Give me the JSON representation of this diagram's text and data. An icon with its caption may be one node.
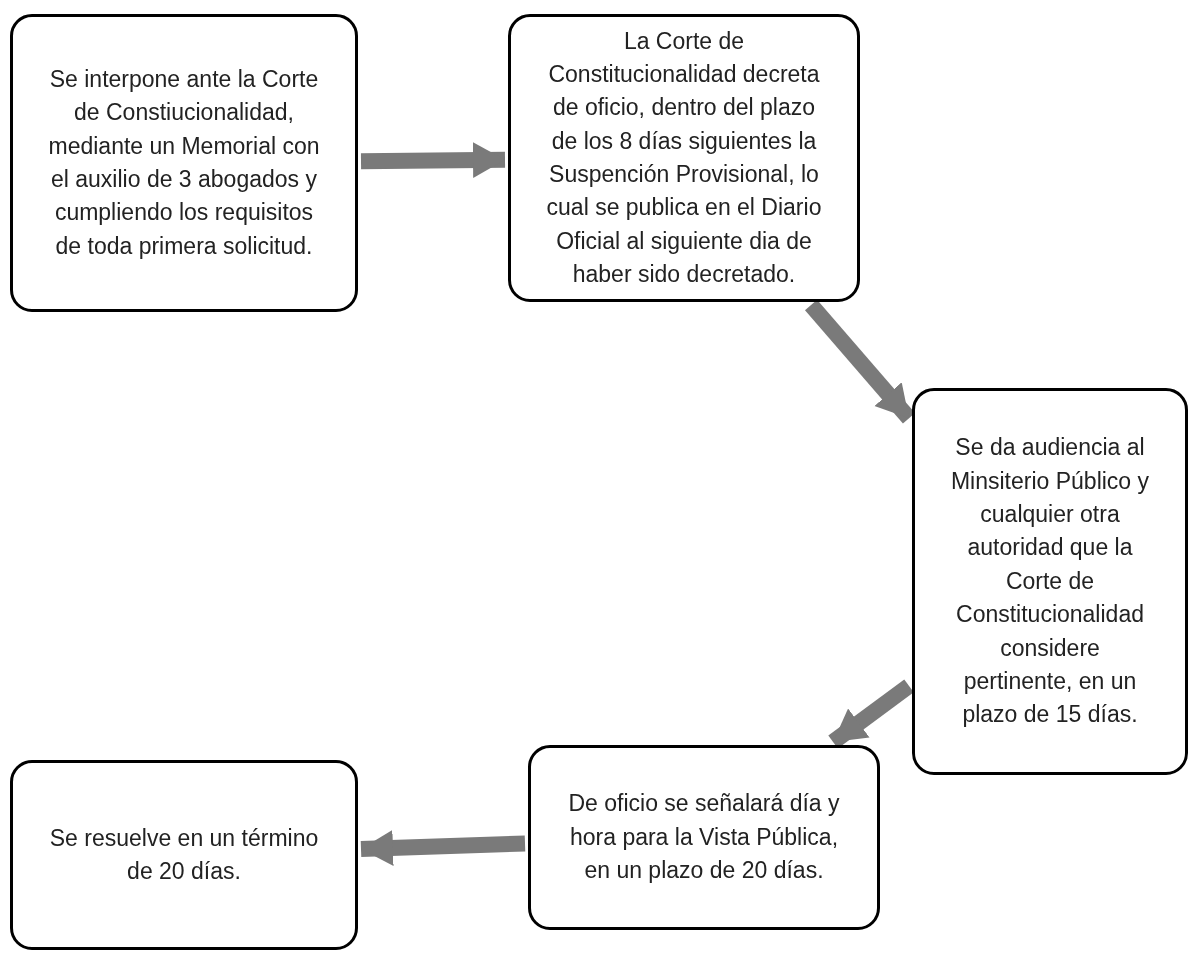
{
  "diagram": {
    "nodes": [
      {
        "text": [
          "Se interpone ante la Corte de Constiucionalidad, mediante un Memorial con el auxilio de 3 abogados y cumpliendo los requisitos de toda primera solicitud."
        ]
      },
      {
        "text": [
          "La Corte de Constitucionalidad decreta de oficio, dentro del plazo de los 8 días siguientes la Suspención Provisional, lo cual se publica en el Diario Oficial al siguiente dia de haber sido decretado."
        ]
      },
      {
        "text": [
          "Se da audiencia al Minsiterio Público y cualquier otra autoridad que la Corte de Constitucionalidad considere pertinente, en un plazo de 15 días."
        ]
      },
      {
        "text": [
          "De oficio se señalará día y hora para la Vista Pública, en un plazo de 20 días."
        ]
      },
      {
        "text": [
          "Se resuelve en un término de 20 días."
        ]
      }
    ],
    "edges": [
      {
        "from": 0,
        "to": 1,
        "arrow": "to"
      },
      {
        "from": 1,
        "to": 2,
        "arrow": "to"
      },
      {
        "from": 2,
        "to": 3,
        "arrow": "to"
      },
      {
        "from": 3,
        "to": 4,
        "arrow": "to"
      }
    ]
  }
}
